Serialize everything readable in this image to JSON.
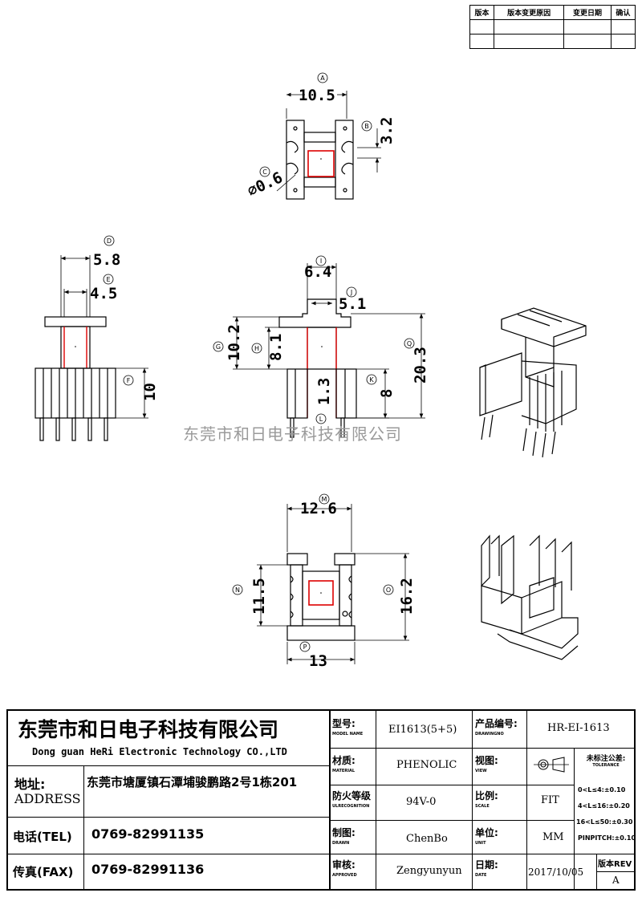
{
  "revision_table": {
    "headers": [
      "版本",
      "版本变更原因",
      "变更日期",
      "确认"
    ],
    "rows": [
      [
        "",
        "",
        "",
        ""
      ],
      [
        "",
        "",
        "",
        ""
      ]
    ]
  },
  "dimensions": {
    "A": "10.5",
    "B": "3.2",
    "C": "⌀0.6",
    "D": "5.8",
    "E": "4.5",
    "F": "10",
    "G": "10.2",
    "H": "8.1",
    "I": "6.4",
    "J": "5.1",
    "K": "8",
    "L": "1.3",
    "Q": "20.3",
    "M": "12.6",
    "N": "11.5",
    "O": "16.2",
    "P": "13"
  },
  "callouts": {
    "A": "A",
    "B": "B",
    "C": "C",
    "D": "D",
    "E": "E",
    "F": "F",
    "G": "G",
    "H": "H",
    "I": "I",
    "J": "J",
    "K": "K",
    "L": "L",
    "M": "M",
    "N": "N",
    "O": "O",
    "P": "P",
    "Q": "Q"
  },
  "watermark": "东莞市和日电子科技有限公司",
  "company": {
    "name_cn": "东莞市和日电子科技有限公司",
    "name_en": "Dong guan HeRi Electronic Technology CO.,LTD",
    "address_label_cn": "地址:",
    "address_label_en": "ADDRESS",
    "address": "东莞市塘厦镇石潭埔骏鹏路2号1栋201",
    "tel_label": "电话(TEL)",
    "tel": "0769-82991135",
    "fax_label": "传真(FAX)",
    "fax": "0769-82991136"
  },
  "title_block": {
    "model_label": "型号:",
    "model_label_en": "MODEL NAME",
    "model": "EI1613(5+5)",
    "drawing_no_label": "产品编号:",
    "drawing_no_label_en": "DRAWINGNO",
    "drawing_no": "HR-EI-1613",
    "material_label": "材质:",
    "material_label_en": "MATERIAL",
    "material": "PHENOLIC",
    "view_label": "视图:",
    "view_label_en": "VIEW",
    "flame_label": "防火等级",
    "flame_label_en": "ULRECOGNITION",
    "flame": "94V-0",
    "scale_label": "比例:",
    "scale_label_en": "SCALE",
    "scale": "FIT",
    "drawn_label": "制图:",
    "drawn_label_en": "DRAWN",
    "drawn": "ChenBo",
    "unit_label": "单位:",
    "unit_label_en": "UNIT",
    "unit": "MM",
    "approved_label": "审核:",
    "approved_label_en": "APPROVED",
    "approved": "Zengyunyun",
    "date_label": "日期:",
    "date_label_en": "DATE",
    "date": "2017/10/05",
    "rev_label": "版本REV",
    "rev": "A",
    "tolerance_label": "未标注公差:",
    "tolerance_label_en": "TOLERANCE",
    "tolerances": [
      "0<L≤4:±0.10",
      "4<L≤16:±0.20",
      "16<L≤50:±0.30",
      "PINPITCH:±0.10"
    ]
  }
}
